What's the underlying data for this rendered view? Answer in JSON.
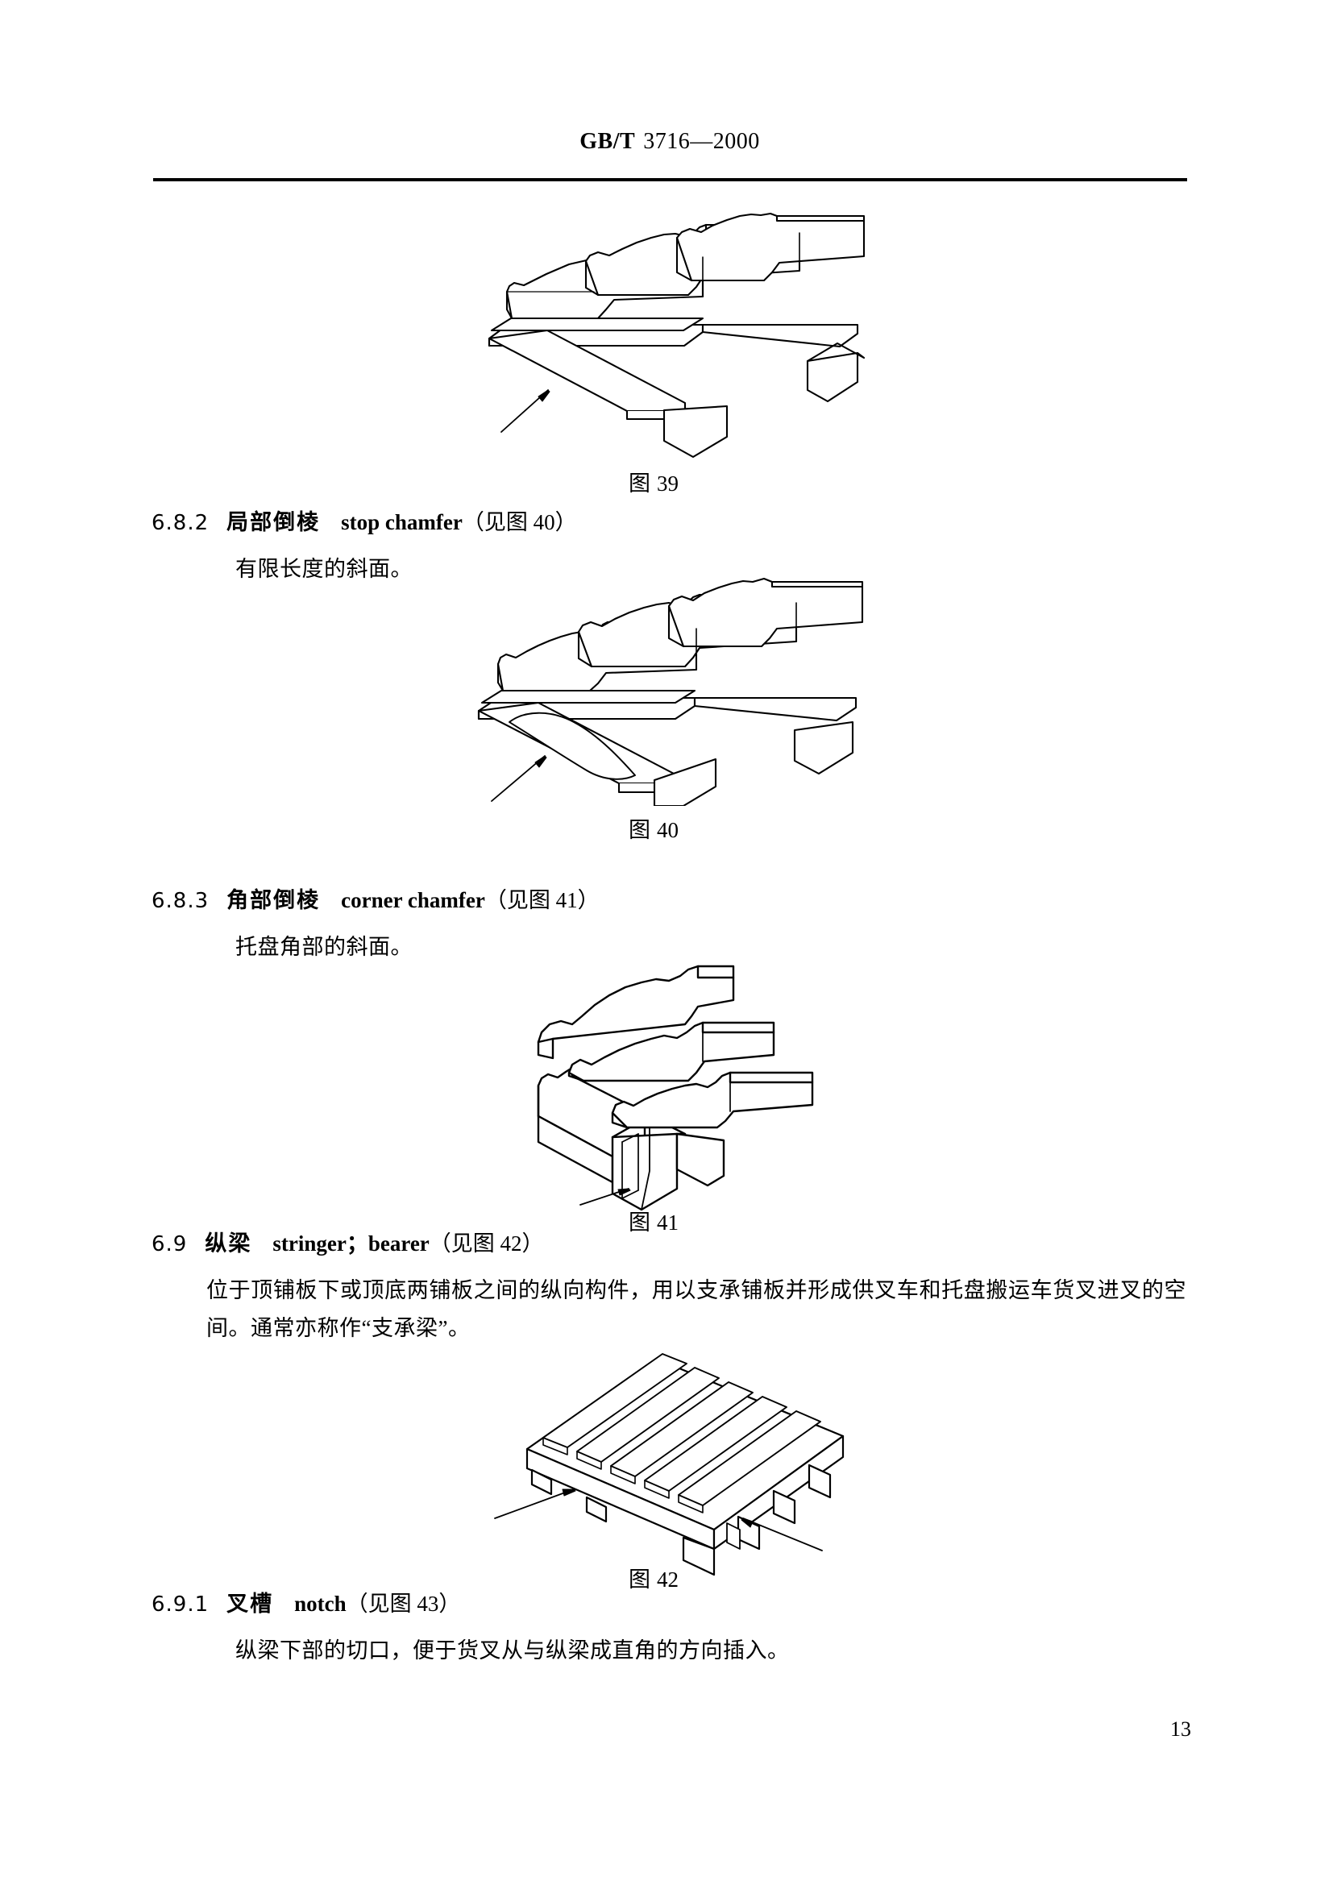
{
  "header": {
    "std_code": "GB/T",
    "std_number": "3716—2000"
  },
  "footer": {
    "page_number": "13"
  },
  "figures": [
    {
      "id": "figure-39",
      "caption_label": "图",
      "caption_number": "39",
      "alt": "托盘全长倒棱竖轴测图，箭头指向纵梁倒棱"
    },
    {
      "id": "figure-40",
      "caption_label": "图",
      "caption_number": "40",
      "alt": "托盘局部倒棱竖轴测图，箭头指向纵梁局部斜面"
    },
    {
      "id": "figure-41",
      "caption_label": "图",
      "caption_number": "41",
      "alt": "托盘角部倒棱放大轴测图，箭头指向角部斜面"
    },
    {
      "id": "figure-42",
      "caption_label": "图",
      "caption_number": "42",
      "alt": "纵梁式托盘轴测图，两个箭头分别指向纵梁与叉槽"
    }
  ],
  "clauses": [
    {
      "id": "clause-6-8-2",
      "number": "6.8.2",
      "term_cn": "局部倒棱",
      "term_en": "stop chamfer",
      "reference": "（见图 40）",
      "body": "有限长度的斜面。"
    },
    {
      "id": "clause-6-8-3",
      "number": "6.8.3",
      "term_cn": "角部倒棱",
      "term_en": "corner chamfer",
      "reference": "（见图 41）",
      "body": "托盘角部的斜面。"
    },
    {
      "id": "clause-6-9",
      "number": "6.9",
      "term_cn": "纵梁",
      "term_en": "stringer；bearer",
      "reference": "（见图 42）",
      "body": "位于顶铺板下或顶底两铺板之间的纵向构件，用以支承铺板并形成供叉车和托盘搬运车货叉进叉的空间。通常亦称作“支承梁”。"
    },
    {
      "id": "clause-6-9-1",
      "number": "6.9.1",
      "term_cn": "叉槽",
      "term_en": "notch",
      "reference": "（见图 43）",
      "body": "纵梁下部的切口，便于货叉从与纵梁成直角的方向插入。"
    }
  ],
  "colors": {
    "ink": "#000000",
    "paper": "#ffffff"
  }
}
